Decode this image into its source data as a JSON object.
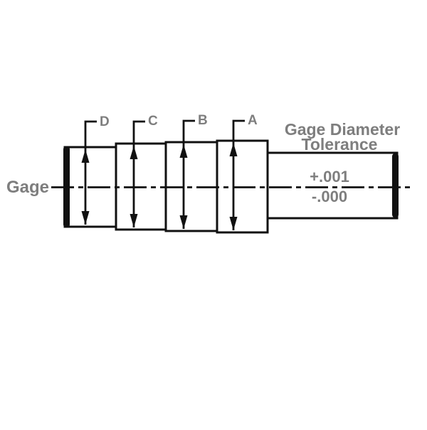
{
  "diagram": {
    "gage_label": "Gage",
    "title_line1": "Gage Diameter",
    "title_line2": "Tolerance",
    "tolerance_plus": "+.001",
    "tolerance_minus": "-.000",
    "steps": [
      {
        "label": "D"
      },
      {
        "label": "C"
      },
      {
        "label": "B"
      },
      {
        "label": "A"
      }
    ],
    "colors": {
      "line": "#111111",
      "text": "#7e7e7e",
      "background": "#ffffff"
    }
  }
}
